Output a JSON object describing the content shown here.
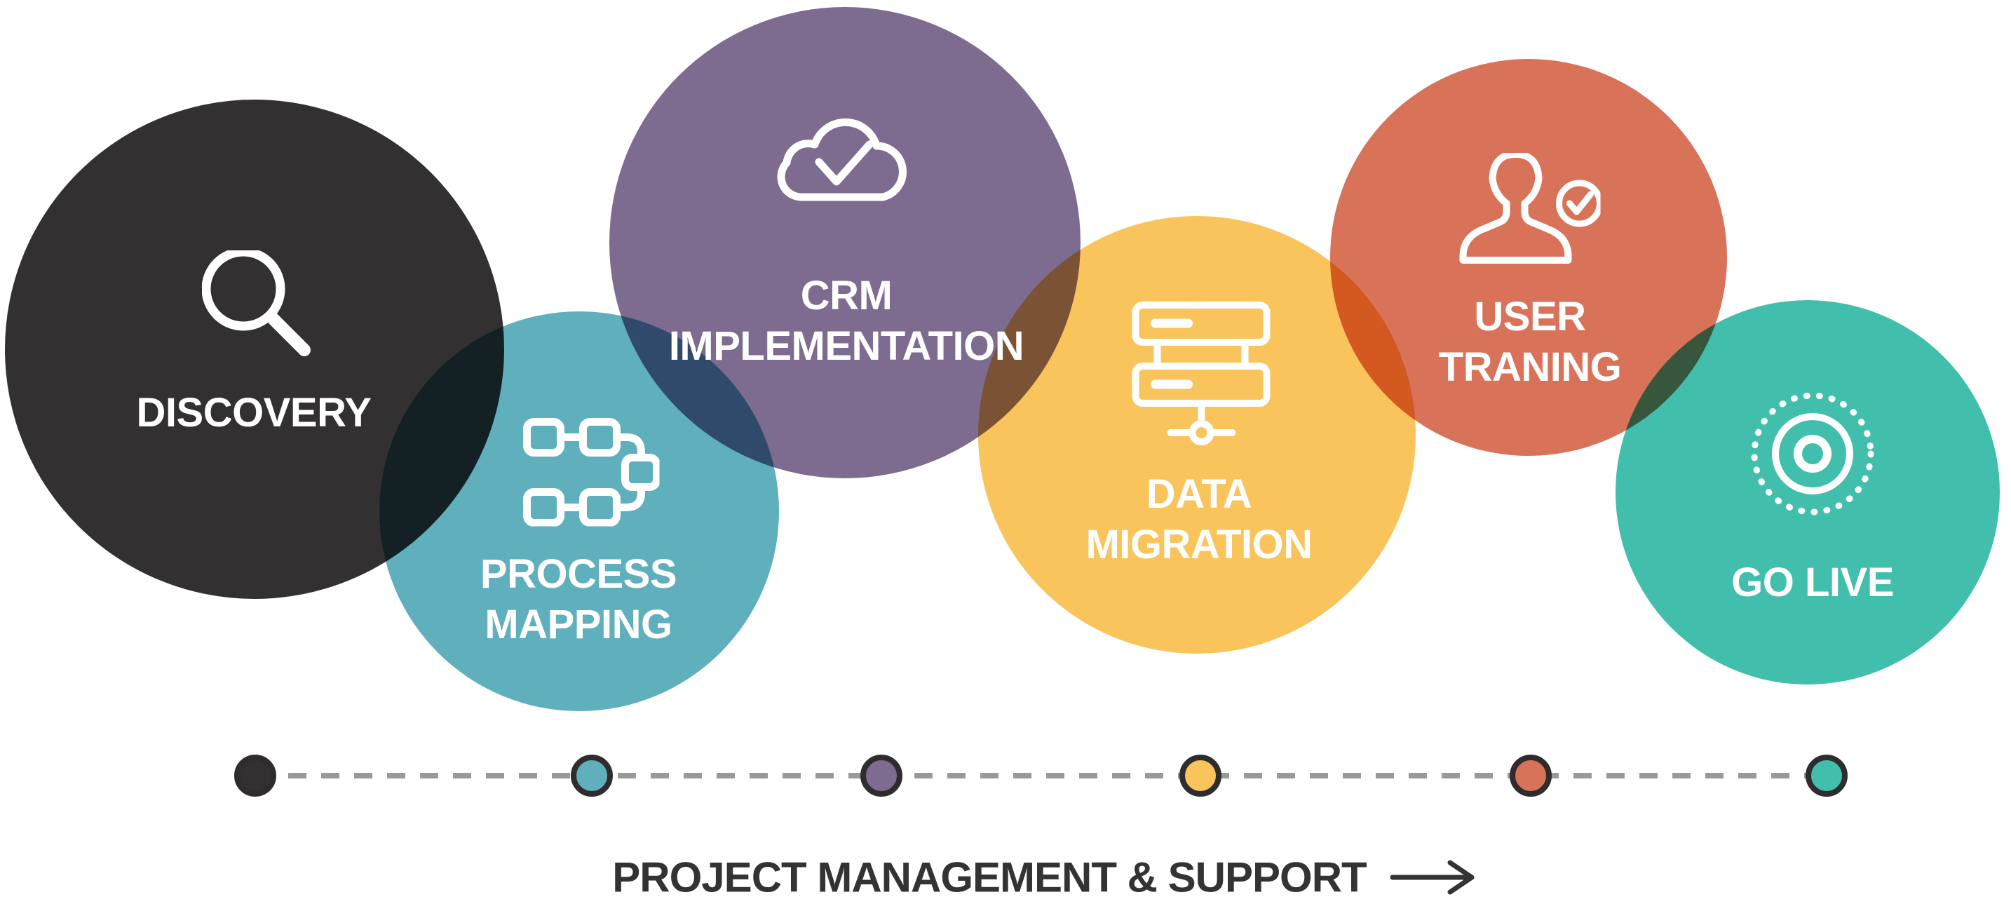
{
  "page": {
    "background": "#FFFFFF"
  },
  "content_color": "#FFFFFF",
  "stages": [
    {
      "name": "discovery",
      "label_line1": "DISCOVERY",
      "label_line2": "",
      "color": "#333031",
      "icon": "magnifier-icon"
    },
    {
      "name": "process-mapping",
      "label_line1": "PROCESS",
      "label_line2": "MAPPING",
      "color": "#5FAFBC",
      "icon": "flowchart-icon"
    },
    {
      "name": "crm-implementation",
      "label_line1": "CRM",
      "label_line2": "IMPLEMENTATION",
      "color": "#7E6B90",
      "icon": "cloud-check-icon"
    },
    {
      "name": "data-migration",
      "label_line1": "DATA",
      "label_line2": "MIGRATION",
      "color": "#F9C45C",
      "icon": "server-stack-icon"
    },
    {
      "name": "user-training",
      "label_line1": "USER",
      "label_line2": "TRANING",
      "color": "#D8735A",
      "icon": "person-check-icon"
    },
    {
      "name": "go-live",
      "label_line1": "GO LIVE",
      "label_line2": "",
      "color": "#42BFAC",
      "icon": "target-icon"
    }
  ],
  "timeline": {
    "line_color": "#999999",
    "dot_ring_color": "#2F2C2D"
  },
  "footer": {
    "text": "PROJECT MANAGEMENT & SUPPORT",
    "color": "#333333",
    "arrow_icon": "arrow-right-icon"
  }
}
